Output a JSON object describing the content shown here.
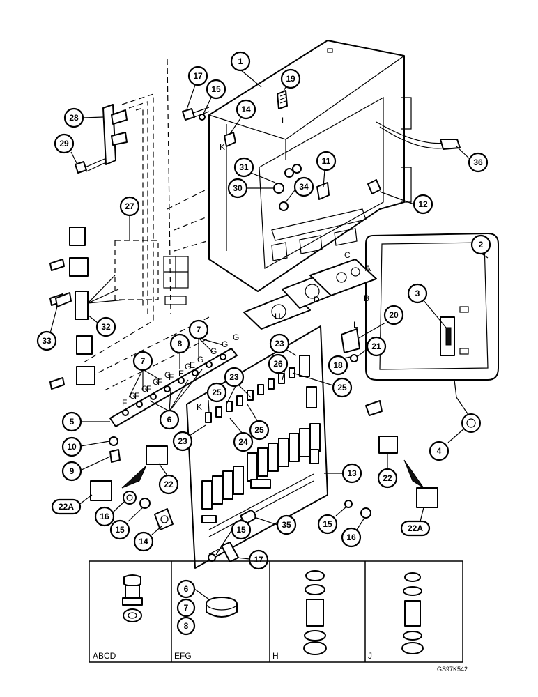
{
  "callouts": {
    "c1": "1",
    "c2": "2",
    "c3": "3",
    "c4": "4",
    "c5": "5",
    "c6": "6",
    "c7a": "7",
    "c7b": "7",
    "c8a": "8",
    "c9": "9",
    "c10": "10",
    "c11": "11",
    "c12": "12",
    "c13": "13",
    "c14a": "14",
    "c14b": "14",
    "c15a": "15",
    "c15b": "15",
    "c15c": "15",
    "c15d": "15",
    "c16a": "16",
    "c16b": "16",
    "c17a": "17",
    "c17b": "17",
    "c18": "18",
    "c19": "19",
    "c20": "20",
    "c21": "21",
    "c22a": "22",
    "c22b": "22",
    "c22Aa": "22A",
    "c22Ab": "22A",
    "c23a": "23",
    "c23b": "23",
    "c23c": "23",
    "c24": "24",
    "c25a": "25",
    "c25b": "25",
    "c25c": "25",
    "c26": "26",
    "c27": "27",
    "c28": "28",
    "c29": "29",
    "c30": "30",
    "c31": "31",
    "c32": "32",
    "c33": "33",
    "c34": "34",
    "c35": "35",
    "c36": "36"
  },
  "letters": {
    "K1": "K",
    "K2": "K",
    "L1": "L",
    "L2": "L",
    "A": "A",
    "B": "B",
    "C": "C",
    "D": "D",
    "H": "H",
    "G1": "G",
    "G2": "G",
    "G3": "G",
    "G4": "G",
    "G5": "G",
    "G6": "G",
    "G7": "G",
    "G8": "G",
    "G9": "G",
    "F1": "F",
    "F2": "F",
    "F3": "F",
    "F4": "F",
    "F5": "F",
    "E1": "E",
    "E2": "E"
  },
  "detail_panels": [
    {
      "label": "ABCD",
      "callouts": []
    },
    {
      "label": "EFG",
      "callouts": [
        "6",
        "7",
        "8"
      ]
    },
    {
      "label": "H",
      "callouts": []
    },
    {
      "label": "J",
      "callouts": []
    }
  ],
  "reference_code": "GS97K542"
}
